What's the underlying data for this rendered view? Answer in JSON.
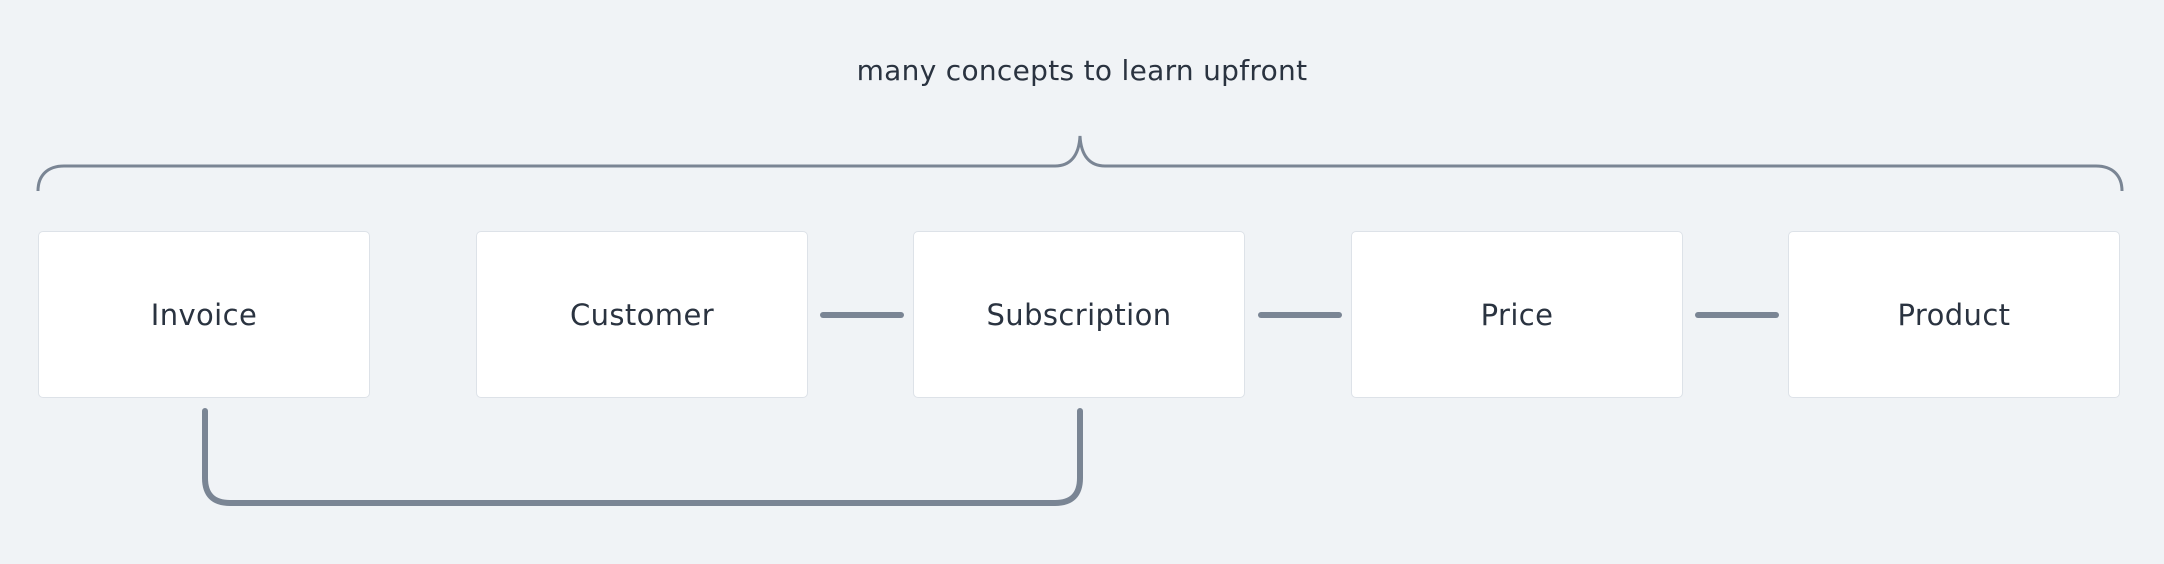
{
  "caption": "many concepts to learn upfront",
  "nodes": {
    "invoice": "Invoice",
    "customer": "Customer",
    "subscription": "Subscription",
    "price": "Price",
    "product": "Product"
  },
  "colors": {
    "background": "#f0f3f6",
    "node_fill": "#ffffff",
    "node_border": "#dde2e8",
    "connector": "#7a8594",
    "text": "#2a3340"
  }
}
